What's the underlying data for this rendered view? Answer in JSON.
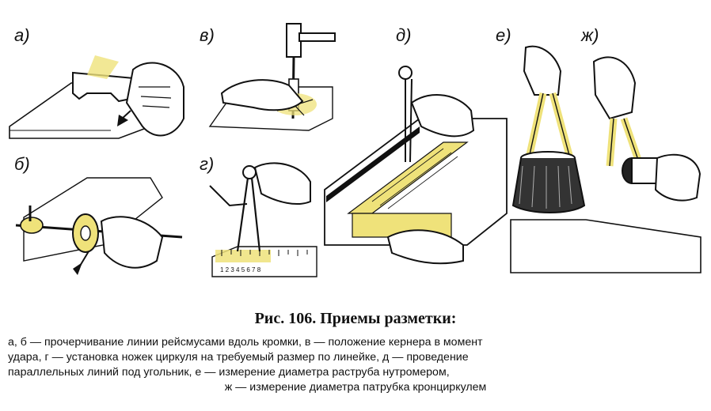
{
  "figure": {
    "panel_labels": {
      "a": "а)",
      "b": "б)",
      "v": "в)",
      "g": "г)",
      "d": "д)",
      "e": "е)",
      "zh": "ж)"
    },
    "ruler_digits": "1 2 3 4 5 6 7 8",
    "colors": {
      "highlight": "#efe27a",
      "ink": "#111111",
      "paper": "#ffffff"
    }
  },
  "caption": {
    "title": "Рис. 106. Приемы разметки:",
    "lines": [
      "а, б — прочерчивание линии рейсмусами вдоль кромки, в — положение кернера в момент",
      "удара, г — установка ножек циркуля на требуемый размер по линейке, д — проведение",
      "параллельных линий под угольник, е — измерение диаметра раструба нутромером,",
      "ж — измерение диаметра патрубка кронциркулем"
    ]
  }
}
